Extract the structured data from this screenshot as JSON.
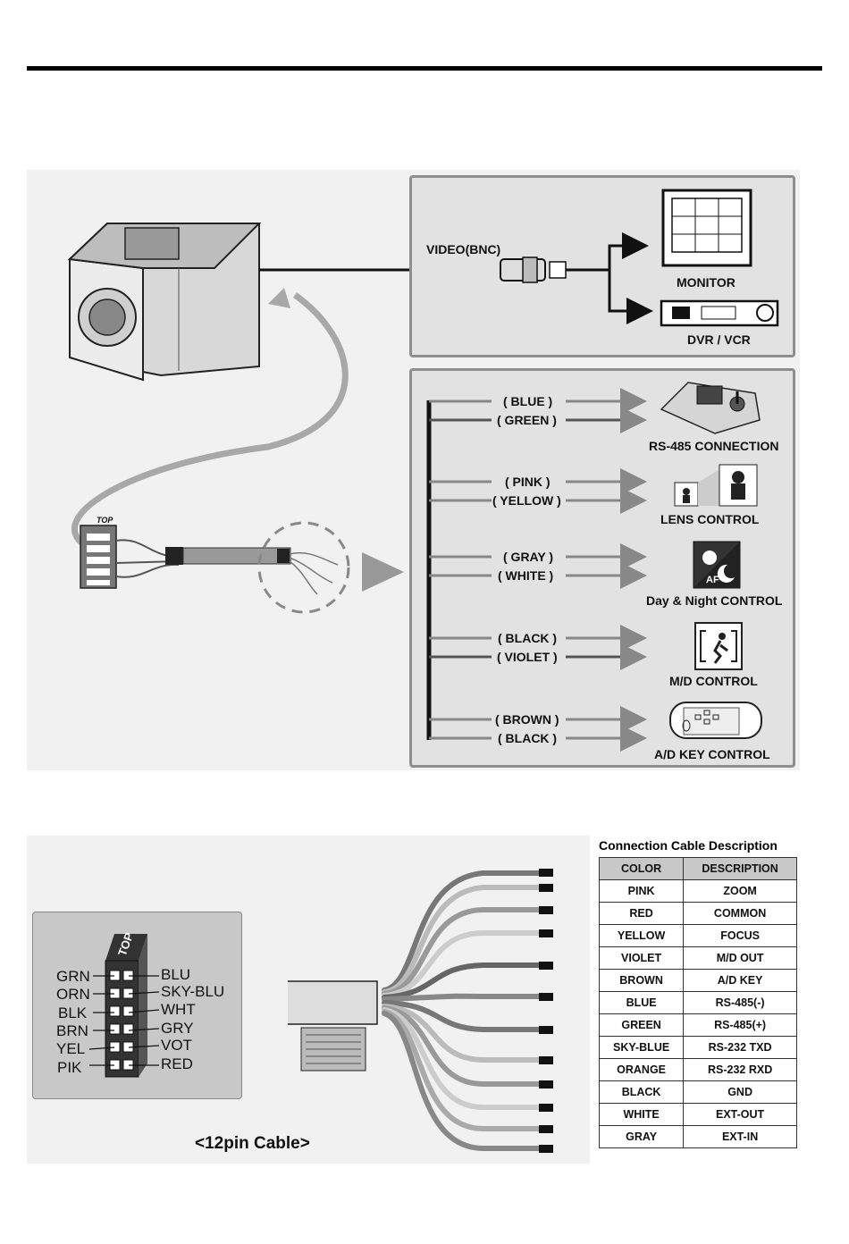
{
  "video": {
    "label": "VIDEO(BNC)",
    "monitor": "MONITOR",
    "dvr": "DVR / VCR"
  },
  "control_groups": [
    {
      "wires": [
        "( BLUE )",
        "( GREEN )"
      ],
      "label": "RS-485 CONNECTION",
      "icon": "keyboard-controller-icon"
    },
    {
      "wires": [
        "( PINK )",
        "( YELLOW )"
      ],
      "label": "LENS CONTROL",
      "icon": "zoom-people-icon"
    },
    {
      "wires": [
        "( GRAY )",
        "( WHITE )"
      ],
      "label": "Day & Night CONTROL",
      "icon": "day-night-af-icon"
    },
    {
      "wires": [
        "( BLACK )",
        "( VIOLET )"
      ],
      "label": "M/D CONTROL",
      "icon": "motion-detect-icon"
    },
    {
      "wires": [
        "( BROWN )",
        "( BLACK )"
      ],
      "label": "A/D KEY CONTROL",
      "icon": "key-pad-icon"
    }
  ],
  "connector_top_label": "TOP",
  "pinout": {
    "top_label": "TOP",
    "left": [
      "GRN",
      "ORN",
      "BLK",
      "BRN",
      "YEL",
      "PIK"
    ],
    "right": [
      "BLU",
      "SKY-BLU",
      "WHT",
      "GRY",
      "VOT",
      "RED"
    ]
  },
  "cable_caption": "<12pin Cable>",
  "table": {
    "title": "Connection Cable Description",
    "headers": [
      "COLOR",
      "DESCRIPTION"
    ],
    "rows": [
      [
        "PINK",
        "ZOOM"
      ],
      [
        "RED",
        "COMMON"
      ],
      [
        "YELLOW",
        "FOCUS"
      ],
      [
        "VIOLET",
        "M/D OUT"
      ],
      [
        "BROWN",
        "A/D KEY"
      ],
      [
        "BLUE",
        "RS-485(-)"
      ],
      [
        "GREEN",
        "RS-485(+)"
      ],
      [
        "SKY-BLUE",
        "RS-232 TXD"
      ],
      [
        "ORANGE",
        "RS-232 RXD"
      ],
      [
        "BLACK",
        "GND"
      ],
      [
        "WHITE",
        "EXT-OUT"
      ],
      [
        "GRAY",
        "EXT-IN"
      ]
    ]
  }
}
